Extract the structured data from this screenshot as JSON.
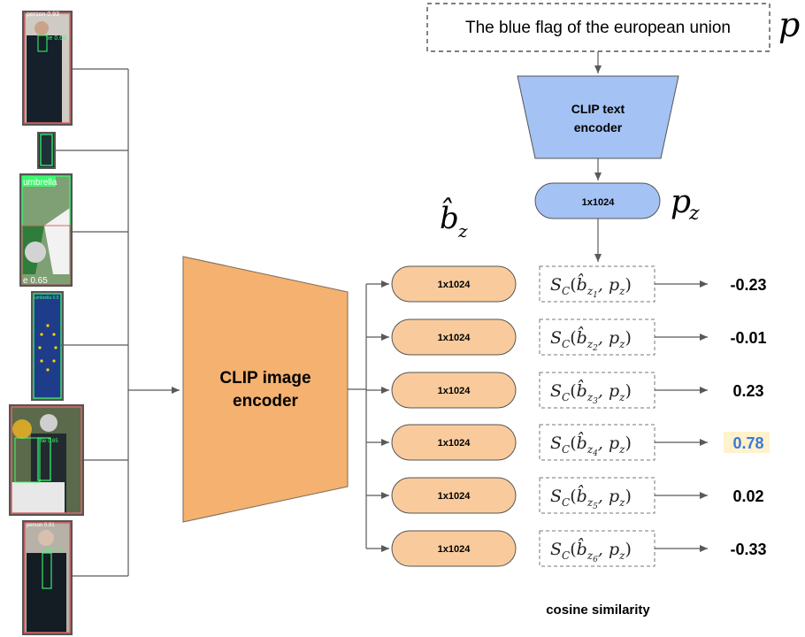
{
  "prompt": {
    "text": "The blue flag of the european union",
    "symbol": "p"
  },
  "text_encoder": {
    "line1": "CLIP text",
    "line2": "encoder"
  },
  "text_embedding": {
    "dim_label": "1x1024",
    "symbol": "p",
    "subscript": "z"
  },
  "image_encoder": {
    "line1": "CLIP image",
    "line2": "encoder"
  },
  "box_embeddings": {
    "symbol": "b̂",
    "subscript": "z"
  },
  "crops": [
    {
      "name": "crop-1",
      "label": "person 0.93",
      "tie": "tie 0.65"
    },
    {
      "name": "crop-2",
      "label": "",
      "tie": ""
    },
    {
      "name": "crop-3",
      "label": "umbrella",
      "tie": "e 0.65"
    },
    {
      "name": "crop-4",
      "label": "umbrella 0.5",
      "tie": ""
    },
    {
      "name": "crop-5",
      "label": "",
      "tie": "tie 0.65"
    },
    {
      "name": "crop-6",
      "label": "person 0.91",
      "tie": "tie 0.7"
    }
  ],
  "rows": [
    {
      "dim_label": "1x1024",
      "sim_prefix": "S",
      "sim_sub": "C",
      "b_index": "1",
      "arg_close": ", p",
      "arg_sub": "z",
      "score": "-0.23",
      "highlight": false
    },
    {
      "dim_label": "1x1024",
      "sim_prefix": "S",
      "sim_sub": "C",
      "b_index": "2",
      "arg_close": ", p",
      "arg_sub": "z",
      "score": "-0.01",
      "highlight": false
    },
    {
      "dim_label": "1x1024",
      "sim_prefix": "S",
      "sim_sub": "C",
      "b_index": "3",
      "arg_close": ", p",
      "arg_sub": "z",
      "score": "0.23",
      "highlight": false
    },
    {
      "dim_label": "1x1024",
      "sim_prefix": "S",
      "sim_sub": "C",
      "b_index": "4",
      "arg_close": ", p",
      "arg_sub": "z",
      "score": "0.78",
      "highlight": true
    },
    {
      "dim_label": "1x1024",
      "sim_prefix": "S",
      "sim_sub": "C",
      "b_index": "5",
      "arg_close": ", p",
      "arg_sub": "z",
      "score": "0.02",
      "highlight": false
    },
    {
      "dim_label": "1x1024",
      "sim_prefix": "S",
      "sim_sub": "C",
      "b_index": "6",
      "arg_close": ", p",
      "arg_sub": "z",
      "score": "-0.33",
      "highlight": false
    }
  ],
  "footer_label": "cosine similarity",
  "colors": {
    "image_encoder": "#f4b16f",
    "text_encoder": "#a4c2f4",
    "embedding_pill": "#f9cb9c",
    "text_embedding_pill": "#a4c2f4",
    "highlight_text": "#3c78d8",
    "highlight_bg": "#fff2cc",
    "line": "#595959",
    "green_box": "#39ff6e",
    "red_box": "#e06666"
  }
}
